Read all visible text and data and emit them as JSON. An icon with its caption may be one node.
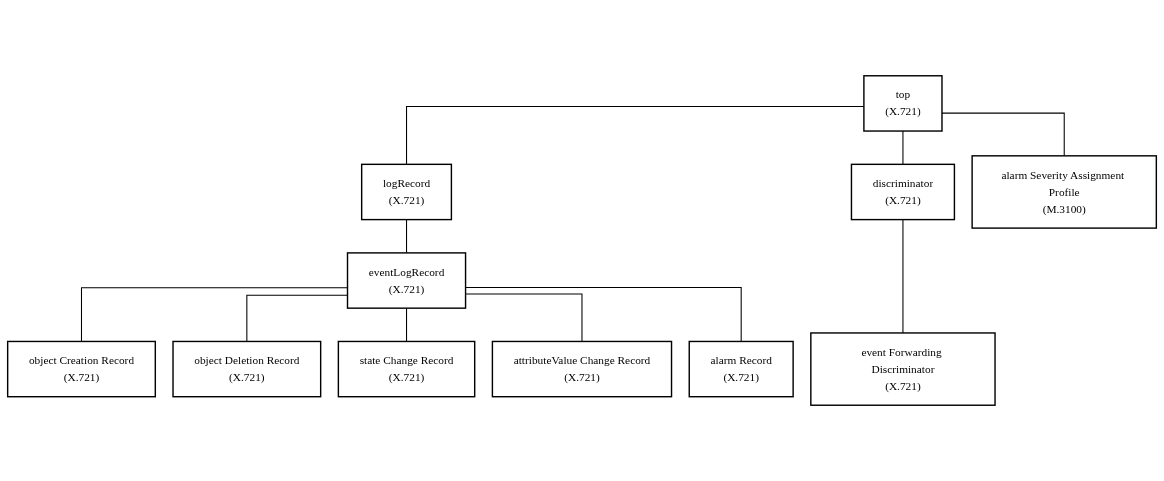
{
  "diagram": {
    "nodes": [
      {
        "text": [
          "top",
          "(X.721)"
        ]
      },
      {
        "text": [
          "logRecord",
          "(X.721)"
        ]
      },
      {
        "text": [
          "discriminator",
          "(X.721)"
        ]
      },
      {
        "text": [
          "alarm Severity Assignment Profile",
          "(M.3100)"
        ]
      },
      {
        "text": [
          "eventLogRecord",
          "(X.721)"
        ]
      },
      {
        "text": [
          "event Forwarding Discriminator",
          "(X.721)"
        ]
      },
      {
        "text": [
          "object Creation Record",
          "(X.721)"
        ]
      },
      {
        "text": [
          "object Deletion Record",
          "(X.721)"
        ]
      },
      {
        "text": [
          "state Change Record",
          "(X.721)"
        ]
      },
      {
        "text": [
          "attributeValue Change Record",
          "(X.721)"
        ]
      },
      {
        "text": [
          "alarm Record",
          "(X.721)"
        ]
      }
    ],
    "edges": [
      {
        "from": 0,
        "to": 1,
        "arrow": "none"
      },
      {
        "from": 0,
        "to": 2,
        "arrow": "none"
      },
      {
        "from": 0,
        "to": 3,
        "arrow": "none"
      },
      {
        "from": 1,
        "to": 4,
        "arrow": "none"
      },
      {
        "from": 2,
        "to": 5,
        "arrow": "none"
      },
      {
        "from": 4,
        "to": 6,
        "arrow": "none"
      },
      {
        "from": 4,
        "to": 7,
        "arrow": "none"
      },
      {
        "from": 4,
        "to": 8,
        "arrow": "none"
      },
      {
        "from": 4,
        "to": 9,
        "arrow": "none"
      },
      {
        "from": 4,
        "to": 10,
        "arrow": "none"
      }
    ]
  }
}
